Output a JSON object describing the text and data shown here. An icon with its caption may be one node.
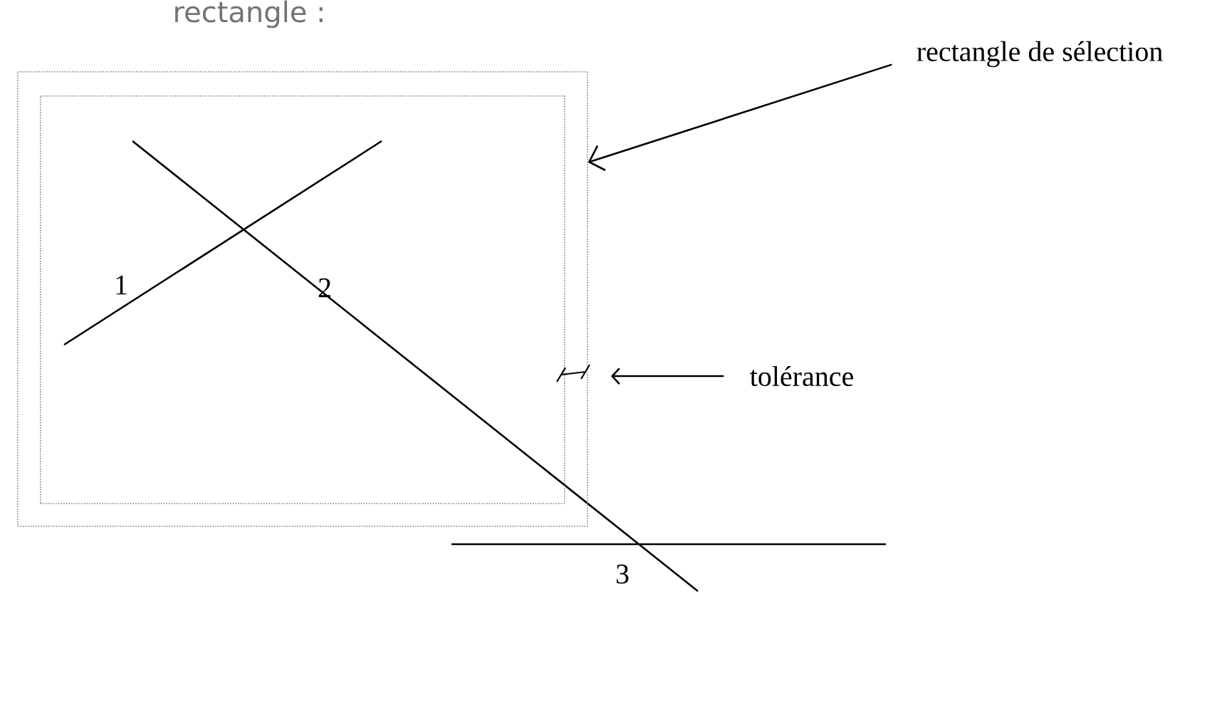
{
  "diagram": {
    "nodes": [
      {
        "text": [],
        "shape": "box"
      },
      {
        "text": [],
        "shape": "box",
        "in": 0
      },
      {
        "text": [
          "rectangle de sélection"
        ]
      },
      {
        "text": [
          "tolérance"
        ]
      }
    ],
    "edges": [
      {
        "from": 2,
        "to": 0,
        "arrow": "to"
      },
      {
        "from": 3,
        "to": null,
        "arrow": "to"
      }
    ],
    "labels": [
      "rectangle :",
      "1",
      "2",
      "3"
    ]
  }
}
